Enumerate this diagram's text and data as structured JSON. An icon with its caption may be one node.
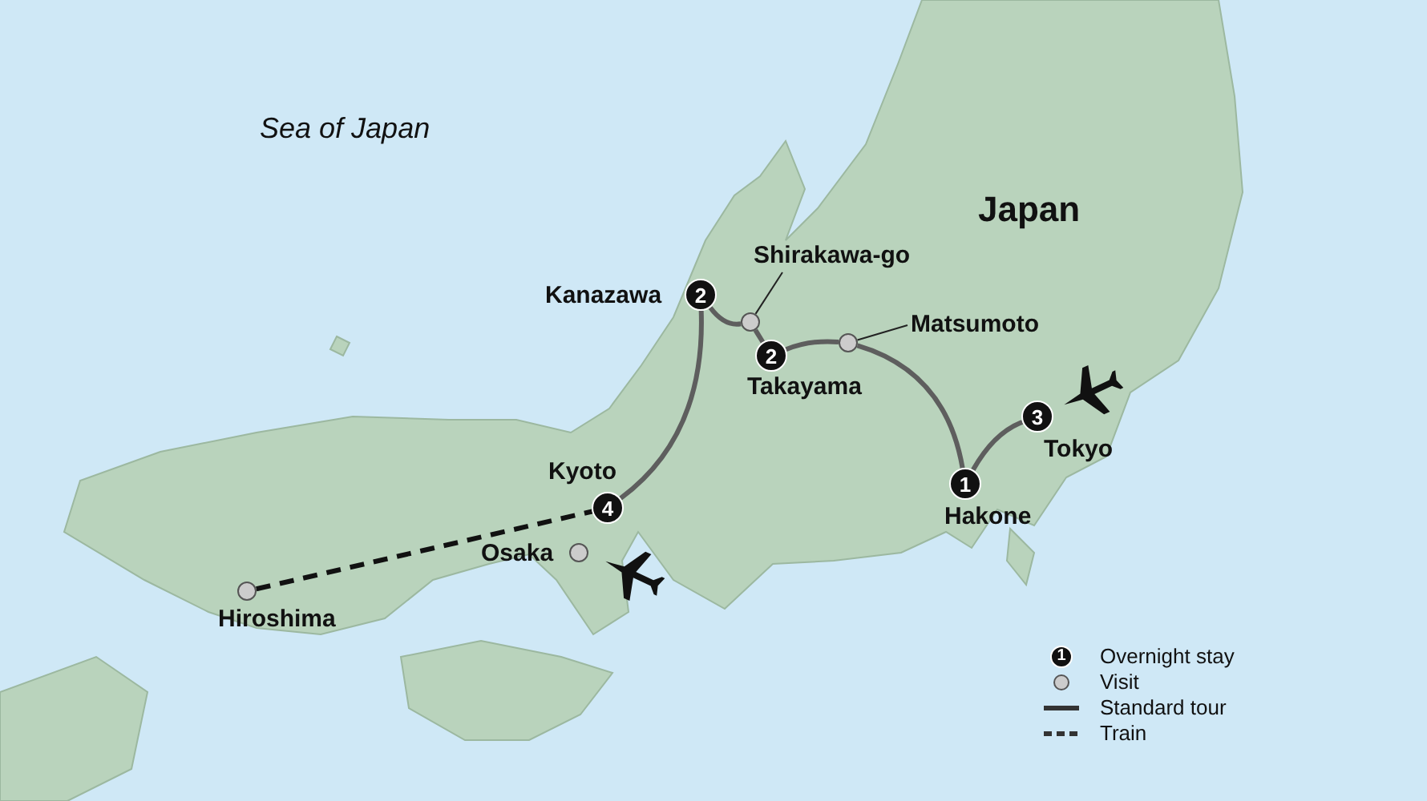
{
  "diagram": {
    "nodes": [
      {
        "text": [
          "2"
        ],
        "beside": [
          "Kanazawa"
        ]
      },
      {
        "text": [
          "Shirakawa-go"
        ]
      },
      {
        "text": [],
        "shape": "circle"
      },
      {
        "text": [
          "Matsumoto"
        ]
      },
      {
        "text": [
          "2"
        ],
        "beside": [
          "Takayama"
        ]
      },
      {
        "text": [],
        "shape": "circle"
      },
      {
        "text": [
          "3"
        ],
        "beside": [
          "Tokyo"
        ]
      },
      {
        "text": [
          "4"
        ],
        "beside": [
          "Kyoto"
        ]
      },
      {
        "text": [
          "1"
        ],
        "beside": [
          "Hakone"
        ]
      },
      {
        "text": [],
        "shape": "circle",
        "beside": [
          "Osaka"
        ]
      },
      {
        "text": [],
        "shape": "circle",
        "beside": [
          "Hiroshima"
        ]
      }
    ],
    "edges": [
      {
        "from": 7,
        "to": 0,
        "arrow": "none"
      },
      {
        "from": 0,
        "to": 2,
        "arrow": "none"
      },
      {
        "from": 2,
        "to": 4,
        "arrow": "none"
      },
      {
        "from": 4,
        "to": 5,
        "arrow": "none"
      },
      {
        "from": 5,
        "to": 8,
        "arrow": "none"
      },
      {
        "from": 8,
        "to": 6,
        "arrow": "none"
      },
      {
        "from": 10,
        "to": 7,
        "arrow": "none",
        "style": "dashed",
        "color": "#111111"
      },
      {
        "from": 1,
        "to": 2,
        "arrow": "none",
        "color": "#222222"
      },
      {
        "from": 3,
        "to": 5,
        "arrow": "none",
        "color": "#222222"
      }
    ],
    "labels": [
      "Sea of Japan",
      "Japan",
      "1"
    ],
    "legend": [
      {
        "text": "Overnight stay"
      },
      {
        "text": "Visit"
      },
      {
        "text": "Standard tour"
      },
      {
        "text": "Train"
      }
    ]
  }
}
